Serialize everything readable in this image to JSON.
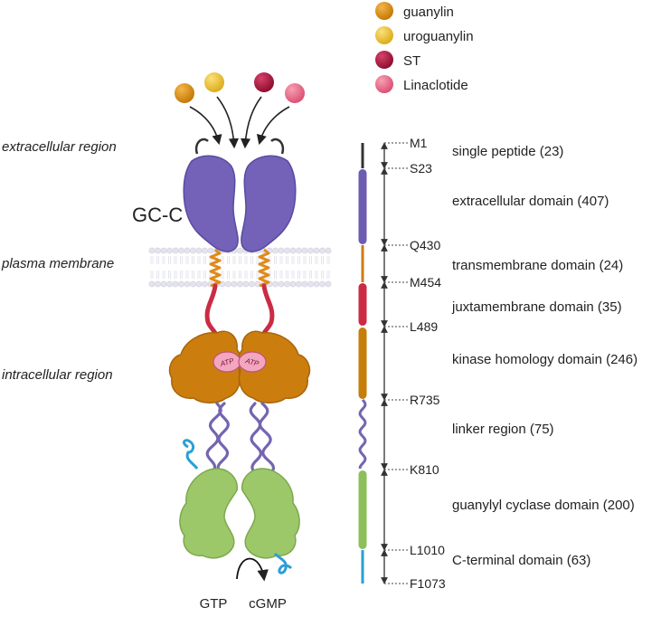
{
  "legend": [
    {
      "label": "guanylin",
      "color": "#d48a0a"
    },
    {
      "label": "uroguanylin",
      "color": "#ecc230"
    },
    {
      "label": "ST",
      "color": "#a8143a"
    },
    {
      "label": "Linaclotide",
      "color": "#e86482"
    }
  ],
  "regions": {
    "extracellular": "extracellular region",
    "membrane": "plasma membrane",
    "intracellular": "intracellular region"
  },
  "receptor_label": "GC-C",
  "atp_label": "ATP",
  "reaction": {
    "substrate": "GTP",
    "product": "cGMP"
  },
  "residues": [
    "M1",
    "S23",
    "Q430",
    "M454",
    "L489",
    "R735",
    "K810",
    "L1010",
    "F1073"
  ],
  "domains": [
    {
      "label": "single peptide (23)",
      "color": "#333333"
    },
    {
      "label": "extracellular domain (407)",
      "color": "#6e5cb0"
    },
    {
      "label": "transmembrane domain (24)",
      "color": "#cf7a14"
    },
    {
      "label": "juxtamembrane domain (35)",
      "color": "#cc2b45"
    },
    {
      "label": "kinase homology domain (246)",
      "color": "#c77d0a"
    },
    {
      "label": "linker region (75)",
      "color": "#7465b0"
    },
    {
      "label": "guanylyl cyclase domain (200)",
      "color": "#8dbf5a"
    },
    {
      "label": "C-terminal domain (63)",
      "color": "#2a9fd6"
    }
  ],
  "colors": {
    "extracellular": "#6e5cb0",
    "kinase": "#c77d0a",
    "cyclase": "#9cc86a",
    "juxta": "#cc2b45",
    "tm": "#e08a1a",
    "linker": "#7465b0",
    "cterm": "#2a9fd6",
    "atp": "#f2a6c0"
  }
}
